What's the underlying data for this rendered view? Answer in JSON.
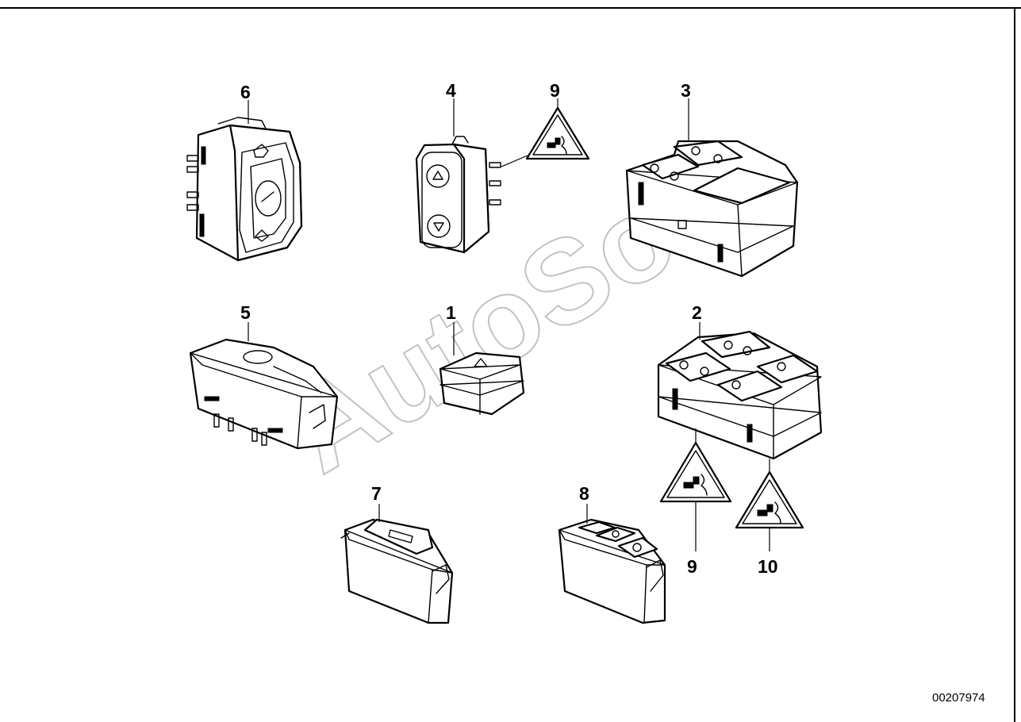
{
  "watermark": "AutoSoft",
  "document_number": "00207974",
  "callouts": {
    "c1": "1",
    "c2": "2",
    "c3": "3",
    "c4": "4",
    "c5": "5",
    "c6": "6",
    "c7": "7",
    "c8": "8",
    "c9a": "9",
    "c9b": "9",
    "c10": "10"
  },
  "icons": {
    "warning_label": "warning-triangle-icon"
  }
}
